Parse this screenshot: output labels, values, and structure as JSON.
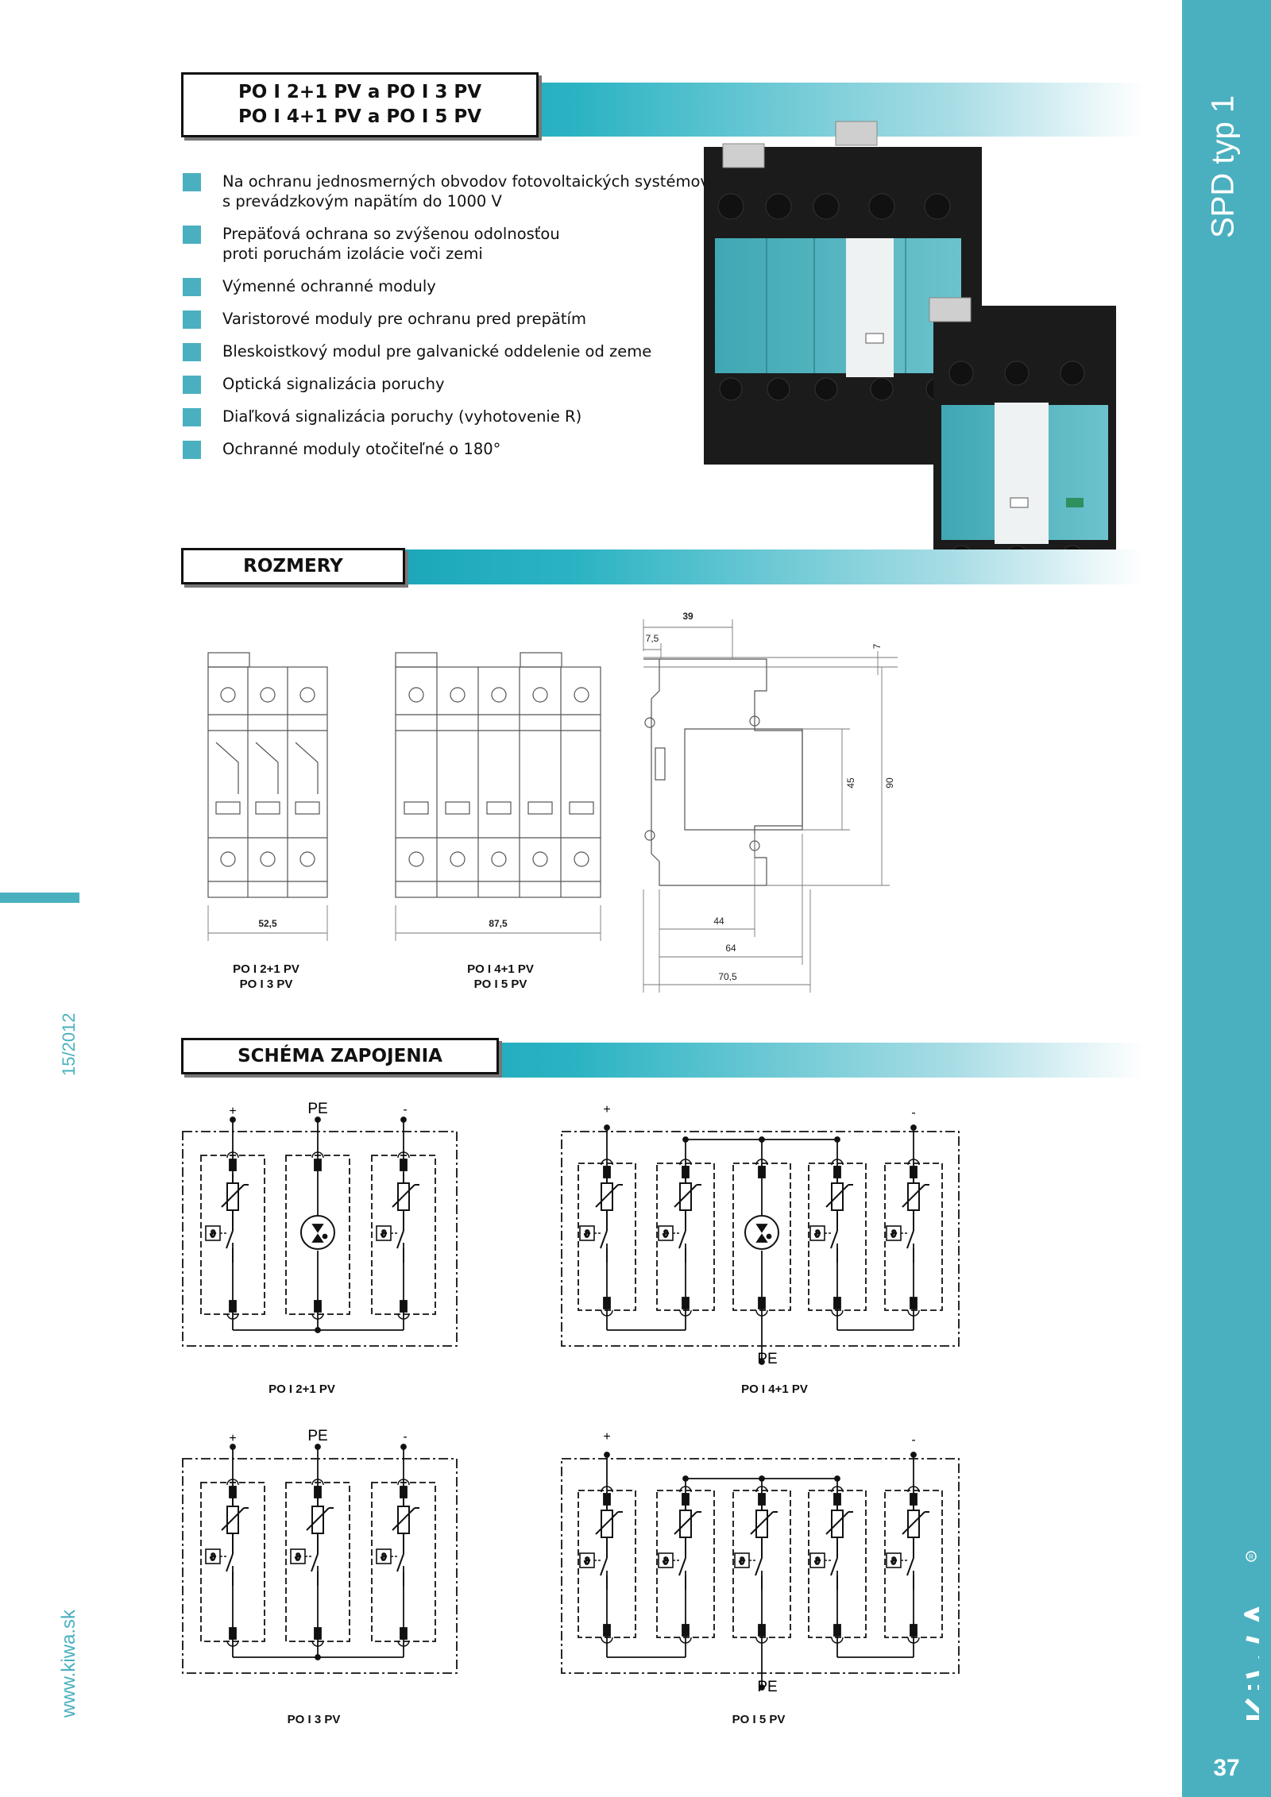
{
  "side_title": "SPD typ 1",
  "brand": "KIWA",
  "page_number": "37",
  "issue": "15/2012",
  "website": "www.kiwa.sk",
  "colors": {
    "accent": "#4ab0bf",
    "header_band": "#0b9aae"
  },
  "product_header": {
    "line1": "PO I 2+1 PV a PO I 3 PV",
    "line2": "PO I 4+1 PV a PO I 5 PV"
  },
  "features": [
    {
      "l1": "Na ochranu jednosmerných obvodov fotovoltaických systémov",
      "l2": "s prevádzkovým napätím do 1000 V"
    },
    {
      "l1": "Prepäťová ochrana so zvýšenou odolnosťou",
      "l2": "proti poruchám izolácie voči zemi"
    },
    {
      "l1": "Výmenné ochranné moduly",
      "l2": ""
    },
    {
      "l1": "Varistorové moduly pre ochranu pred prepätím",
      "l2": ""
    },
    {
      "l1": "Bleskoistkový modul pre galvanické oddelenie od zeme",
      "l2": ""
    },
    {
      "l1": "Optická signalizácia poruchy",
      "l2": ""
    },
    {
      "l1": "Diaľková signalizácia poruchy (vyhotovenie R)",
      "l2": ""
    },
    {
      "l1": "Ochranné moduly otočiteľné o 180°",
      "l2": ""
    }
  ],
  "dimensions": {
    "header": "ROZMERY",
    "width_3": "52,5",
    "width_5": "87,5",
    "side": {
      "top": "39",
      "offset": "7,5",
      "top_gap": "7",
      "height_inner": "45",
      "height_total": "90",
      "d1": "44",
      "d2": "64",
      "d3": "70,5"
    },
    "caption_a": {
      "l1": "PO I 2+1 PV",
      "l2": "PO I 3 PV"
    },
    "caption_b": {
      "l1": "PO I 4+1 PV",
      "l2": "PO I 5 PV"
    }
  },
  "schema": {
    "header": "SCHÉMA ZAPOJENIA",
    "plus": "+",
    "minus": "-",
    "pe": "PE",
    "captions": [
      "PO I 2+1 PV",
      "PO I 4+1 PV",
      "PO I 3 PV",
      "PO I 5 PV"
    ]
  }
}
